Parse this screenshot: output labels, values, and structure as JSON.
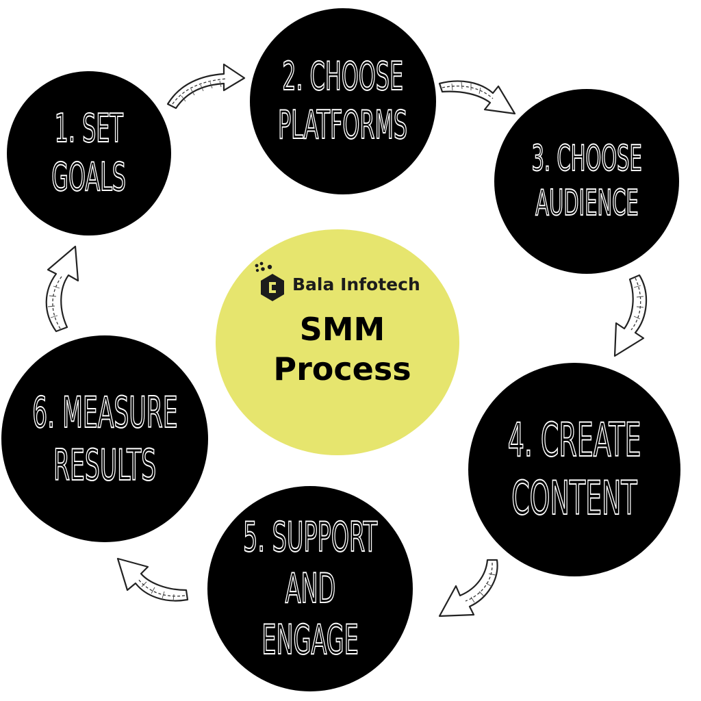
{
  "diagram": {
    "center": {
      "brand_name": "Bala Infotech",
      "title_line1": "SMM",
      "title_line2": "Process"
    },
    "steps": [
      {
        "line1": "1. SET",
        "line2": "GOALS"
      },
      {
        "line1": "2. CHOOSE",
        "line2": "PLATFORMS"
      },
      {
        "line1": "3. CHOOSE",
        "line2": "AUDIENCE"
      },
      {
        "line1": "4. CREATE",
        "line2": "CONTENT"
      },
      {
        "line1": "5. SUPPORT",
        "line2": "AND",
        "line3": "ENGAGE"
      },
      {
        "line1": "6. MEASURE",
        "line2": "RESULTS"
      }
    ],
    "colors": {
      "step_fill": "#000000",
      "step_text_outline": "#ffffff",
      "center_fill": "#e6e56e",
      "arrow_fill": "#ffffff"
    },
    "icons": [
      "brand-logo-icon",
      "curved-arrow-icon"
    ]
  }
}
